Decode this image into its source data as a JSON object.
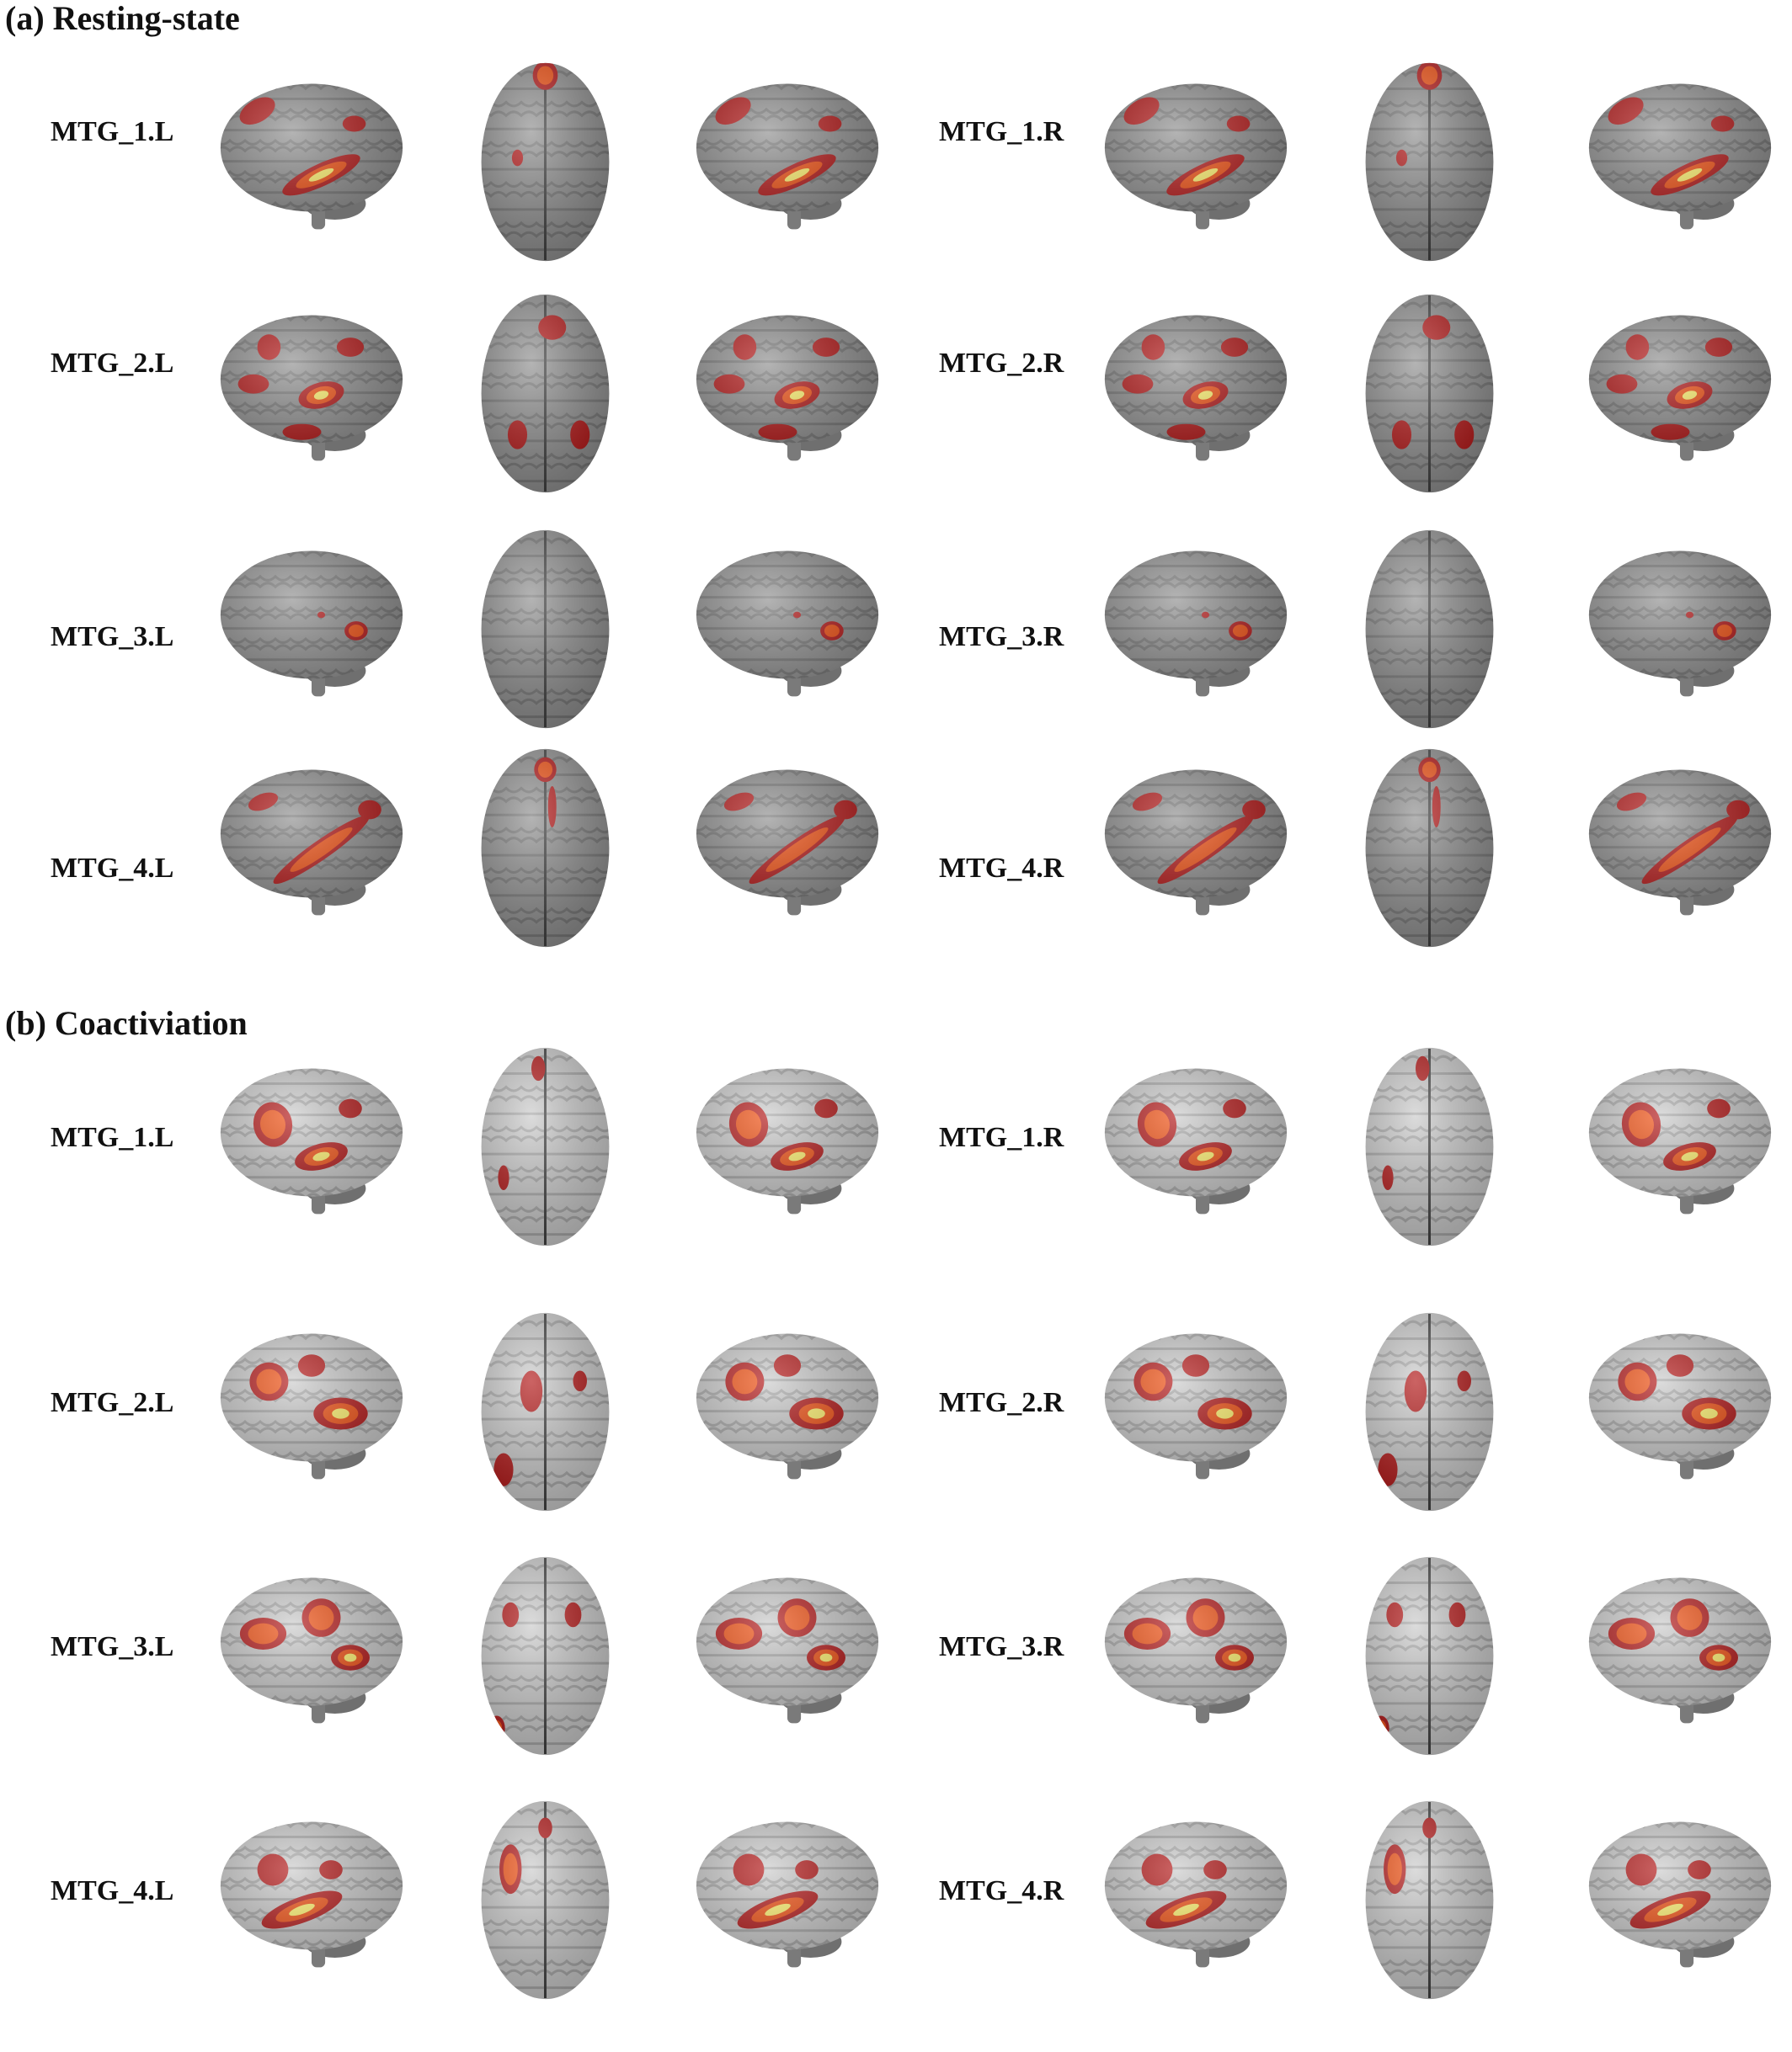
{
  "sections": [
    {
      "id": "resting",
      "title": "(a) Resting-state",
      "render_style": "smooth-gray-template",
      "rows": [
        {
          "left": "MTG_1.L",
          "right": "MTG_1.R"
        },
        {
          "left": "MTG_2.L",
          "right": "MTG_2.R"
        },
        {
          "left": "MTG_3.L",
          "right": "MTG_3.R"
        },
        {
          "left": "MTG_4.L",
          "right": "MTG_4.R"
        }
      ]
    },
    {
      "id": "coactivation",
      "title": "(b) Coactiviation",
      "render_style": "shaded-surface-template",
      "rows": [
        {
          "left": "MTG_1.L",
          "right": "MTG_1.R"
        },
        {
          "left": "MTG_2.L",
          "right": "MTG_2.R"
        },
        {
          "left": "MTG_3.L",
          "right": "MTG_3.R"
        },
        {
          "left": "MTG_4.L",
          "right": "MTG_4.R"
        }
      ]
    }
  ],
  "views_per_seed": [
    "lateral-left",
    "superior",
    "lateral-right"
  ],
  "colors": {
    "resting_brain": "#8c8c8c",
    "coactivation_brain": "#c9c9c9",
    "activation_low": "#b01010",
    "activation_mid": "#f04a0a",
    "activation_high": "#fff26a"
  }
}
